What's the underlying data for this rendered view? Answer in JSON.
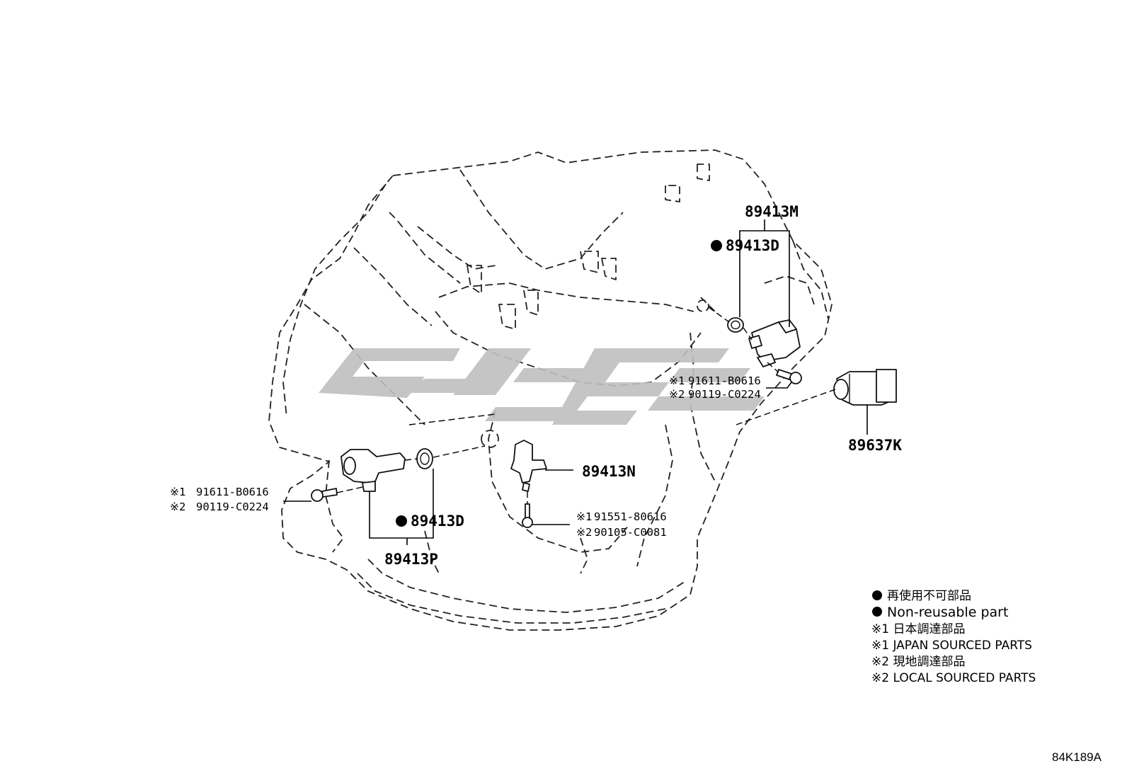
{
  "callouts": {
    "sensor_upper": "89413M",
    "gasket_upper": "89413D",
    "bolt_upper_1": "91611-B0616",
    "bolt_upper_2": "90119-C0224",
    "bolt_upper_mark_1": "※1",
    "bolt_upper_mark_2": "※2",
    "switch_right": "89637K",
    "sensor_middle": "89413N",
    "bolt_middle_1": "91551-80616",
    "bolt_middle_2": "90105-C0081",
    "bolt_middle_mark_1": "※1",
    "bolt_middle_mark_2": "※2",
    "sensor_left": "89413P",
    "gasket_left": "89413D",
    "bolt_left_1": "91611-B0616",
    "bolt_left_2": "90119-C0224",
    "bolt_left_mark_1": "※1",
    "bolt_left_mark_2": "※2"
  },
  "legend": {
    "non_reusable_jp": "再使用不可部品",
    "non_reusable_en": "Non-reusable part",
    "mark1_jp": "※1 日本調達部品",
    "mark1_en": "※1 JAPAN SOURCED PARTS",
    "mark2_jp": "※2 現地調達部品",
    "mark2_en": "※2 LOCAL SOURCED PARTS"
  },
  "diagram_code": "84K189A",
  "colors": {
    "line": "#000000",
    "watermark": "#bfbfbf"
  },
  "icons": {
    "non_reusable_marker": "filled-circle"
  }
}
